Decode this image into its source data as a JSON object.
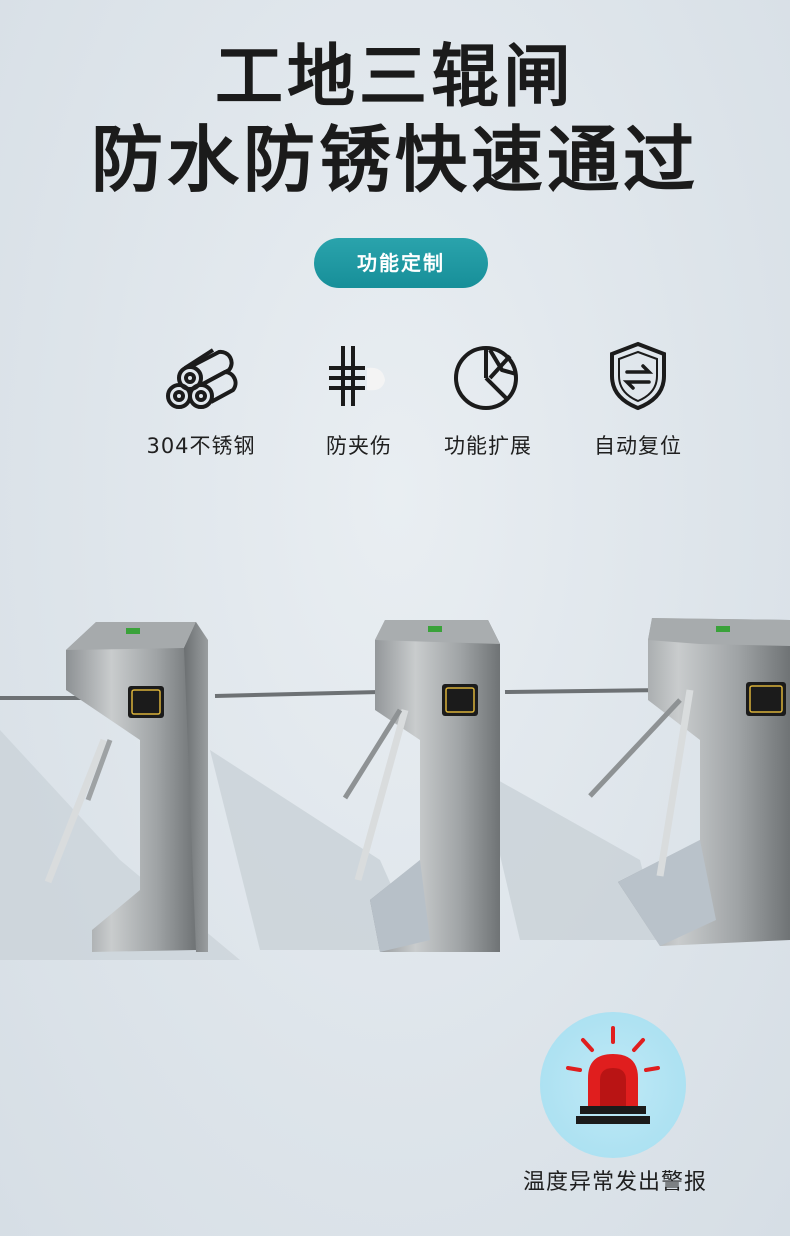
{
  "headline": {
    "line1": "工地三辊闸",
    "line2": "防水防锈快速通过"
  },
  "badge": {
    "label": "功能定制"
  },
  "features": [
    {
      "label": "304不锈钢",
      "icon": "steel-rolls-icon"
    },
    {
      "label": "防夹伤",
      "icon": "anti-pinch-icon"
    },
    {
      "label": "功能扩展",
      "icon": "pie-chart-icon"
    },
    {
      "label": "自动复位",
      "icon": "shield-reset-icon"
    }
  ],
  "alarm": {
    "label": "温度异常发出警报",
    "icon": "siren-icon"
  },
  "colors": {
    "accent": "#1b9aa3",
    "alarm_red": "#e01e1e",
    "alarm_bg": "#a9dff0",
    "text": "#1b1b1b"
  }
}
